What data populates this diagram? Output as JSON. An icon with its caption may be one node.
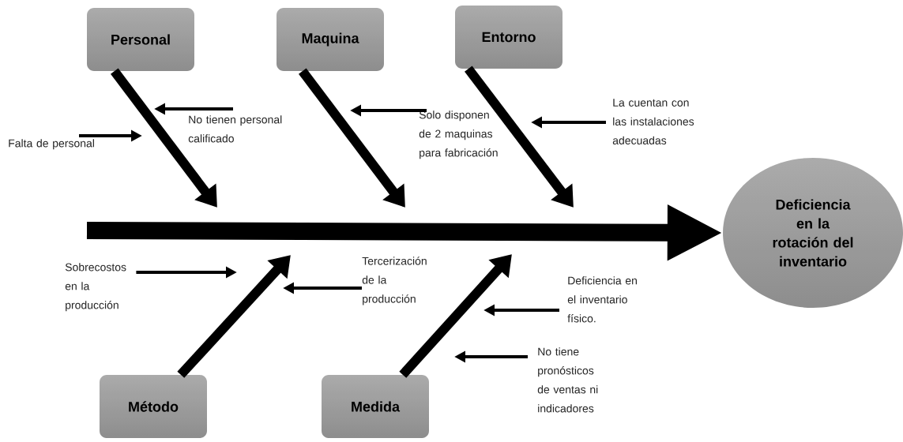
{
  "diagram": {
    "nodes": [
      {
        "text": [
          "Personal"
        ]
      },
      {
        "text": [
          "Maquina"
        ]
      },
      {
        "text": [
          "Entorno"
        ]
      },
      {
        "text": [
          "Método"
        ]
      },
      {
        "text": [
          "Medida"
        ]
      },
      {
        "text": [
          "Deficiencia en la rotación del inventario"
        ]
      },
      {
        "text": [
          "Falta de personal"
        ]
      },
      {
        "text": [
          "No tienen personal calificado"
        ]
      },
      {
        "text": [
          "Solo disponen de 2 maquinas para fabricación"
        ]
      },
      {
        "text": [
          "La cuentan con las instalaciones adecuadas"
        ]
      },
      {
        "text": [
          "Sobrecostos en la producción"
        ]
      },
      {
        "text": [
          "Tercerización de la producción"
        ]
      },
      {
        "text": [
          "Deficiencia en el inventario físico."
        ]
      },
      {
        "text": [
          "No tiene pronósticos de ventas ni indicadores"
        ]
      }
    ],
    "edges": [
      {
        "from": null,
        "to": 5,
        "arrow": "to",
        "style": "thick"
      },
      {
        "from": 0,
        "to": null,
        "arrow": "to",
        "style": "thick"
      },
      {
        "from": 1,
        "to": null,
        "arrow": "to",
        "style": "thick"
      },
      {
        "from": 2,
        "to": null,
        "arrow": "to",
        "style": "thick"
      },
      {
        "from": 3,
        "to": null,
        "arrow": "to",
        "style": "thick"
      },
      {
        "from": 4,
        "to": null,
        "arrow": "to",
        "style": "thick"
      },
      {
        "from": 6,
        "to": null,
        "arrow": "to"
      },
      {
        "from": 7,
        "to": null,
        "arrow": "to"
      },
      {
        "from": 8,
        "to": null,
        "arrow": "to"
      },
      {
        "from": 9,
        "to": null,
        "arrow": "to"
      },
      {
        "from": 10,
        "to": null,
        "arrow": "to"
      },
      {
        "from": 11,
        "to": null,
        "arrow": "to"
      },
      {
        "from": 12,
        "to": null,
        "arrow": "to"
      },
      {
        "from": 13,
        "to": null,
        "arrow": "to"
      }
    ]
  }
}
